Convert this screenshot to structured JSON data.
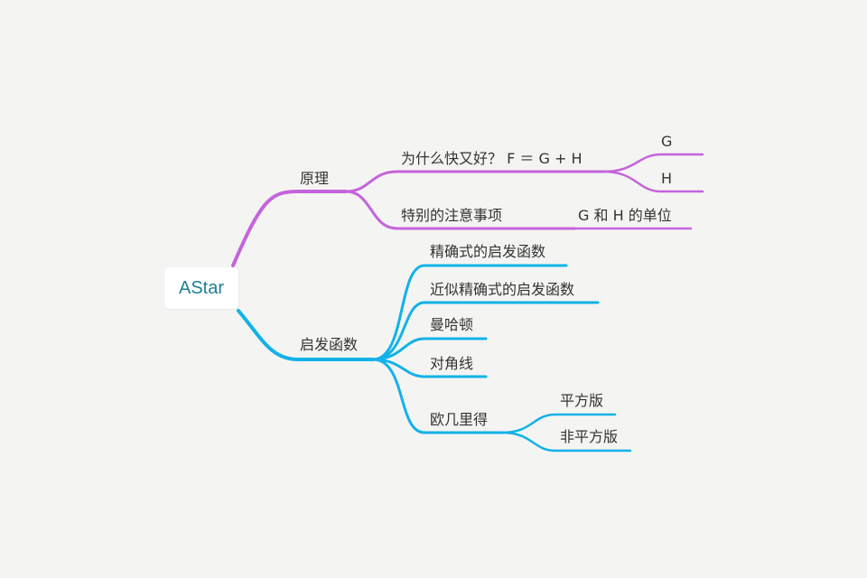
{
  "mindmap": {
    "root": "AStar",
    "colors": {
      "purple": "#c564db",
      "blue": "#12b2e8",
      "text": "#333333",
      "root_text": "#1f7f9a"
    },
    "branches": [
      {
        "label": "原理",
        "children": [
          {
            "label": "为什么快又好？ F ＝ G + H",
            "children": [
              {
                "label": "G"
              },
              {
                "label": "H"
              }
            ]
          },
          {
            "label": "特别的注意事项",
            "children": [
              {
                "label": "G 和 H 的单位"
              }
            ]
          }
        ]
      },
      {
        "label": "启发函数",
        "children": [
          {
            "label": "精确式的启发函数"
          },
          {
            "label": "近似精确式的启发函数"
          },
          {
            "label": "曼哈顿"
          },
          {
            "label": "对角线"
          },
          {
            "label": "欧几里得",
            "children": [
              {
                "label": "平方版"
              },
              {
                "label": "非平方版"
              }
            ]
          }
        ]
      }
    ]
  }
}
